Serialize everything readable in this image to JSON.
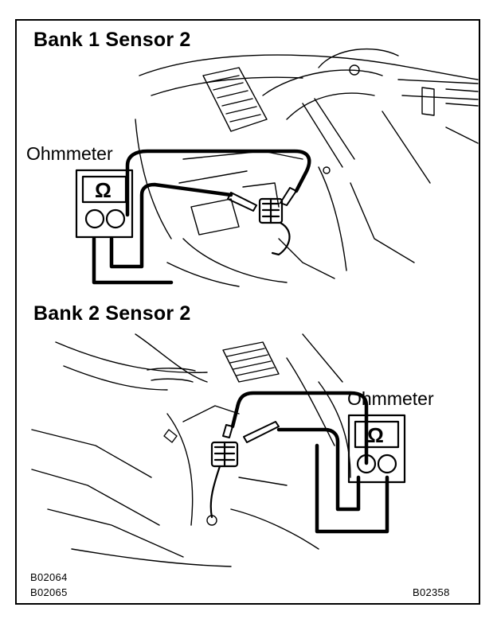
{
  "section_1": {
    "title": "Bank 1 Sensor 2",
    "meter_label": "Ohmmeter",
    "meter_symbol": "Ω"
  },
  "section_2": {
    "title": "Bank 2 Sensor 2",
    "meter_label": "Ohmmeter",
    "meter_symbol": "Ω"
  },
  "figure_codes": {
    "bottom_left_1": "B02064",
    "bottom_left_2": "B02065",
    "bottom_right": "B02358"
  }
}
